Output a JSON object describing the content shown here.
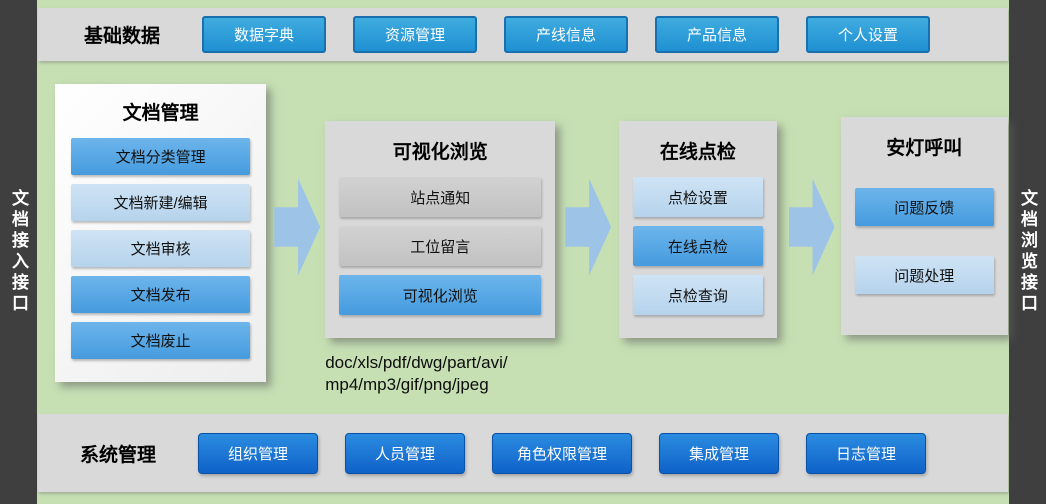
{
  "rails": {
    "left": "文档接入接口",
    "right": "文档浏览接口"
  },
  "top_bar": {
    "title": "基础数据",
    "buttons": [
      {
        "label": "数据字典"
      },
      {
        "label": "资源管理"
      },
      {
        "label": "产线信息"
      },
      {
        "label": "产品信息"
      },
      {
        "label": "个人设置"
      }
    ]
  },
  "bottom_bar": {
    "title": "系统管理",
    "buttons": [
      {
        "label": "组织管理"
      },
      {
        "label": "人员管理"
      },
      {
        "label": "角色权限管理"
      },
      {
        "label": "集成管理"
      },
      {
        "label": "日志管理"
      }
    ]
  },
  "flow": {
    "panels": [
      {
        "title": "文档管理",
        "items": [
          {
            "label": "文档分类管理",
            "style": "blue"
          },
          {
            "label": "文档新建/编辑",
            "style": "lightblue"
          },
          {
            "label": "文档审核",
            "style": "lightblue"
          },
          {
            "label": "文档发布",
            "style": "blue"
          },
          {
            "label": "文档废止",
            "style": "blue"
          }
        ]
      },
      {
        "title": "可视化浏览",
        "items": [
          {
            "label": "站点通知",
            "style": "gray"
          },
          {
            "label": "工位留言",
            "style": "gray"
          },
          {
            "label": "可视化浏览",
            "style": "blue"
          }
        ],
        "note_lines": [
          "doc/xls/pdf/dwg/part/avi/",
          "mp4/mp3/gif/png/jpeg"
        ]
      },
      {
        "title": "在线点检",
        "items": [
          {
            "label": "点检设置",
            "style": "lightblue"
          },
          {
            "label": "在线点检",
            "style": "blue"
          },
          {
            "label": "点检查询",
            "style": "lightblue"
          }
        ]
      },
      {
        "title": "安灯呼叫",
        "items": [
          {
            "label": "问题反馈",
            "style": "blue"
          },
          {
            "label": "问题处理",
            "style": "lightblue"
          }
        ]
      }
    ]
  },
  "colors": {
    "background_green": "#c6e0b4",
    "rail_dark": "#3f3f3f",
    "bar_gray": "#d9d9d9",
    "top_button_blue": "#2e9bd9",
    "bottom_button_blue": "#1470cf",
    "item_blue": "#55a6e4",
    "item_lightblue": "#bdd7ee",
    "item_gray": "#c9c9c9",
    "arrow_blue": "#9dc3e6"
  }
}
